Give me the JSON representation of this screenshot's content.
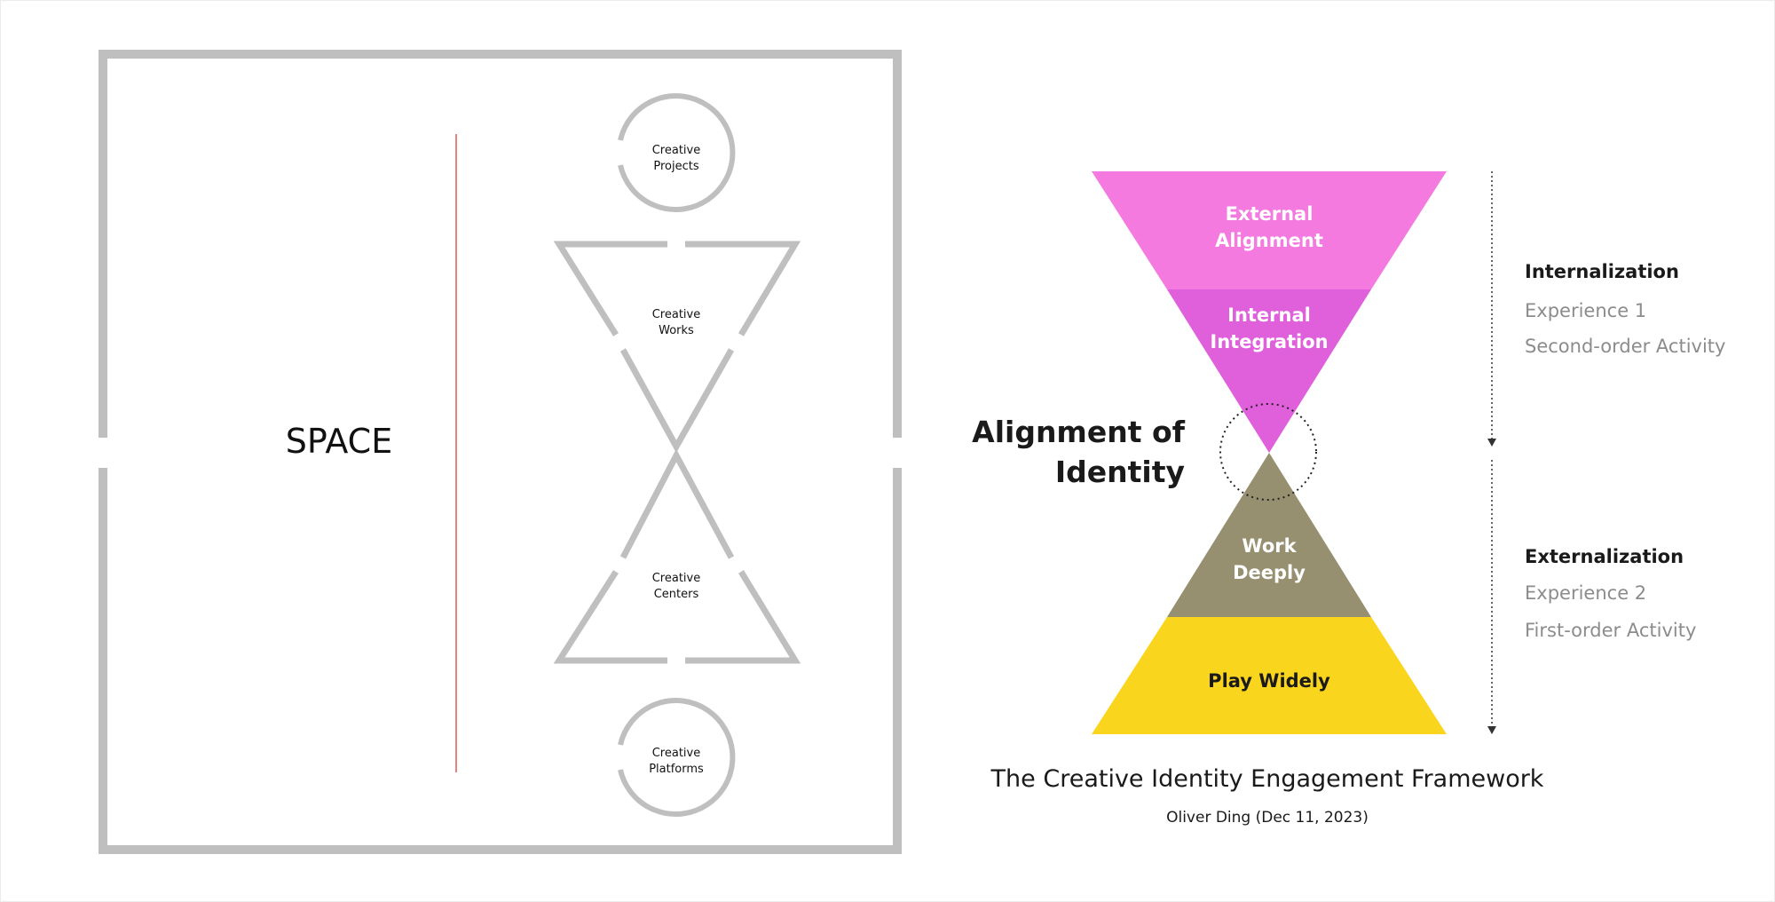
{
  "left_panel": {
    "space_label": "SPACE",
    "stack": [
      {
        "line1": "Creative",
        "line2": "Projects"
      },
      {
        "line1": "Creative",
        "line2": "Works"
      },
      {
        "line1": "Creative",
        "line2": "Centers"
      },
      {
        "line1": "Creative",
        "line2": "Platforms"
      }
    ],
    "colors": {
      "frame": "#bfbfbf",
      "axis_line": "#d9302c"
    }
  },
  "right_panel": {
    "layers": {
      "top1": {
        "line1": "External",
        "line2": "Alignment"
      },
      "top2": {
        "line1": "Internal",
        "line2": "Integration"
      },
      "bottom1": {
        "line1": "Work",
        "line2": "Deeply"
      },
      "bottom2": {
        "line1": "Play Widely"
      }
    },
    "center_label": {
      "line1": "Alignment of",
      "line2": "Identity"
    },
    "internalization": {
      "title": "Internalization",
      "line1": "Experience 1",
      "line2": "Second-order Activity"
    },
    "externalization": {
      "title": "Externalization",
      "line1": "Experience 2",
      "line2": "First-order Activity"
    },
    "title": "The Creative Identity Engagement  Framework",
    "author": "Oliver Ding (Dec 11, 2023)",
    "colors": {
      "external_alignment": "#f47ae0",
      "internal_integration": "#e060dc",
      "work_deeply": "#969070",
      "play_widely": "#fad51e"
    }
  }
}
